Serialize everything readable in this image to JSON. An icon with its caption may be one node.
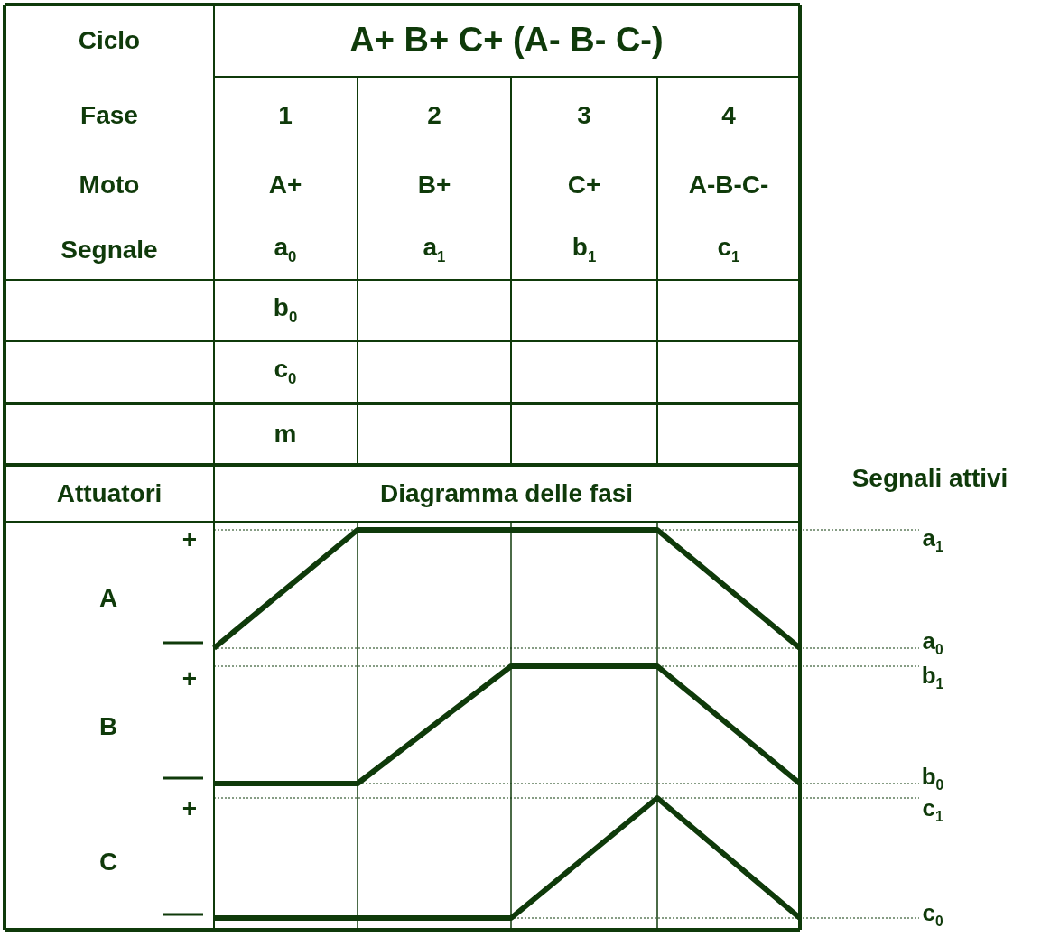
{
  "diagram": {
    "labels": [
      "Ciclo",
      "A+ B+ C+ (A- B- C-)",
      "Fase",
      "1",
      "2",
      "3",
      "4",
      "Moto",
      "A+",
      "B+",
      "C+",
      "A-B-C-",
      "Segnale",
      "a$_{0}$",
      "a$_{1}$",
      "b$_{1}$",
      "c$_{1}$",
      "b$_{0}$",
      "c$_{0}$",
      "m",
      "Attuatori",
      "Diagramma delle fasi",
      "Segnali attivi",
      "+",
      "a$_{1}$",
      "A",
      "a$_{0}$",
      "+",
      "b$_{1}$",
      "B",
      "b$_{0}$",
      "+",
      "c$_{1}$",
      "C",
      "c$_{0}$"
    ]
  }
}
